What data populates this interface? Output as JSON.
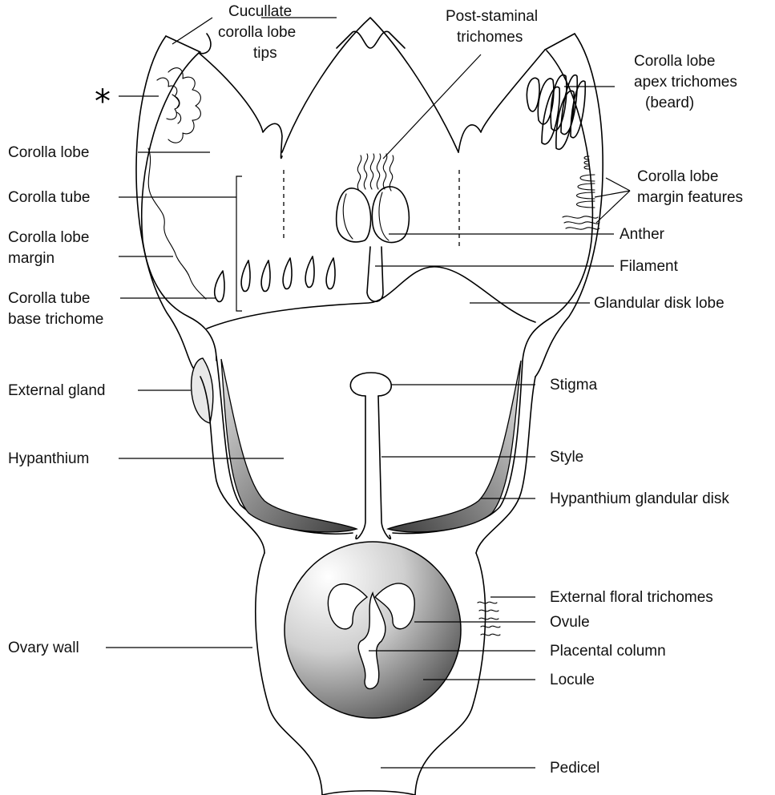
{
  "diagram": {
    "asterisk": "*",
    "labels": {
      "cucullate_tips_1": "Cucullate",
      "cucullate_tips_2": "corolla lobe",
      "cucullate_tips_3": "tips",
      "post_staminal_1": "Post-staminal",
      "post_staminal_2": "trichomes",
      "apex_1": "Corolla lobe",
      "apex_2": "apex trichomes",
      "apex_3": "(beard)",
      "corolla_lobe": "Corolla lobe",
      "corolla_tube": "Corolla tube",
      "lobe_margin_1": "Corolla lobe",
      "lobe_margin_2": "margin",
      "tube_base_1": "Corolla tube",
      "tube_base_2": "base trichome",
      "margin_features_1": "Corolla lobe",
      "margin_features_2": "margin features",
      "anther": "Anther",
      "filament": "Filament",
      "glandular_disk_lobe": "Glandular disk lobe",
      "external_gland": "External gland",
      "stigma": "Stigma",
      "hypanthium": "Hypanthium",
      "style": "Style",
      "hypanthium_disk": "Hypanthium glandular disk",
      "external_floral_trichomes": "External floral trichomes",
      "ovule": "Ovule",
      "ovary_wall": "Ovary wall",
      "placental_column": "Placental column",
      "locule": "Locule",
      "pedicel": "Pedicel"
    }
  }
}
